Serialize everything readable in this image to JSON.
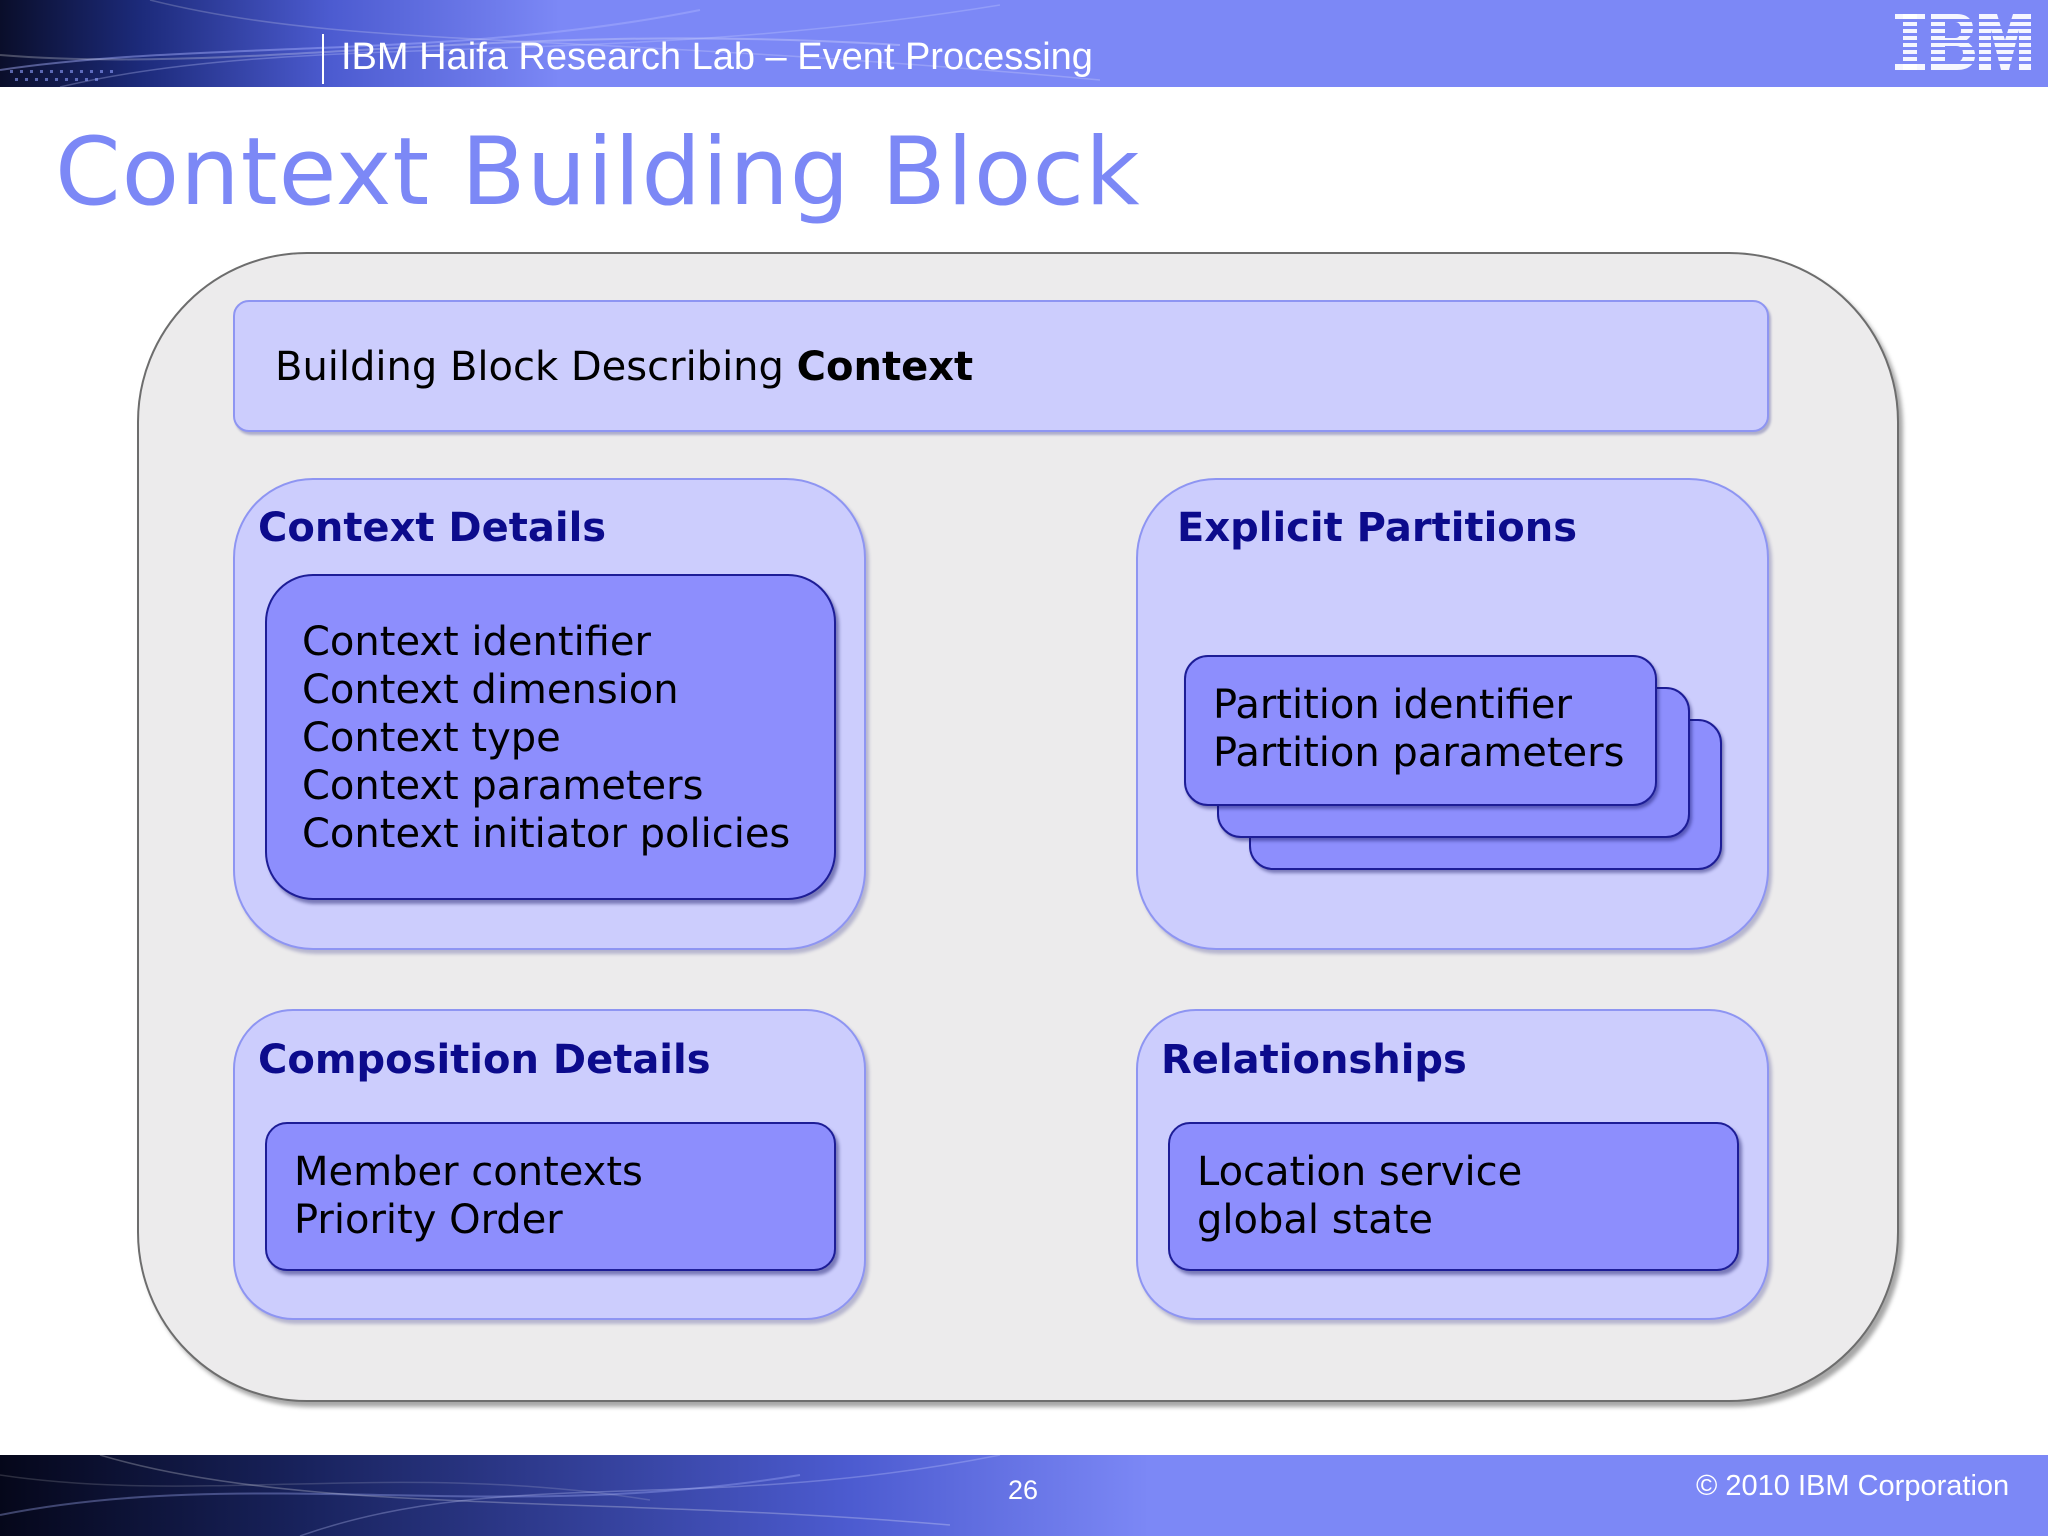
{
  "header": {
    "title": "IBM Haifa Research Lab – Event Processing",
    "logo_text": "IBM"
  },
  "slide": {
    "title": "Context Building Block"
  },
  "diagram": {
    "top_bar": {
      "text_prefix": "Building Block Describing ",
      "text_bold": "Context"
    },
    "panels": {
      "context_details": {
        "title": "Context Details",
        "items": [
          "Context identifier",
          "Context dimension",
          "Context type",
          "Context parameters",
          "Context initiator policies"
        ]
      },
      "explicit_partitions": {
        "title": "Explicit Partitions",
        "items": [
          "Partition identifier",
          "Partition parameters"
        ]
      },
      "composition_details": {
        "title": "Composition Details",
        "items": [
          "Member contexts",
          "Priority Order"
        ]
      },
      "relationships": {
        "title": "Relationships",
        "items": [
          "Location service",
          "global state"
        ]
      }
    }
  },
  "footer": {
    "page_number": "26",
    "copyright": "© 2010 IBM Corporation"
  },
  "colors": {
    "title_blue": "#7c88f6",
    "panel_fill": "#cccdfd",
    "inner_box_fill": "#8d8efd",
    "panel_title": "#0c0b8c",
    "container_fill": "#ecebec"
  }
}
